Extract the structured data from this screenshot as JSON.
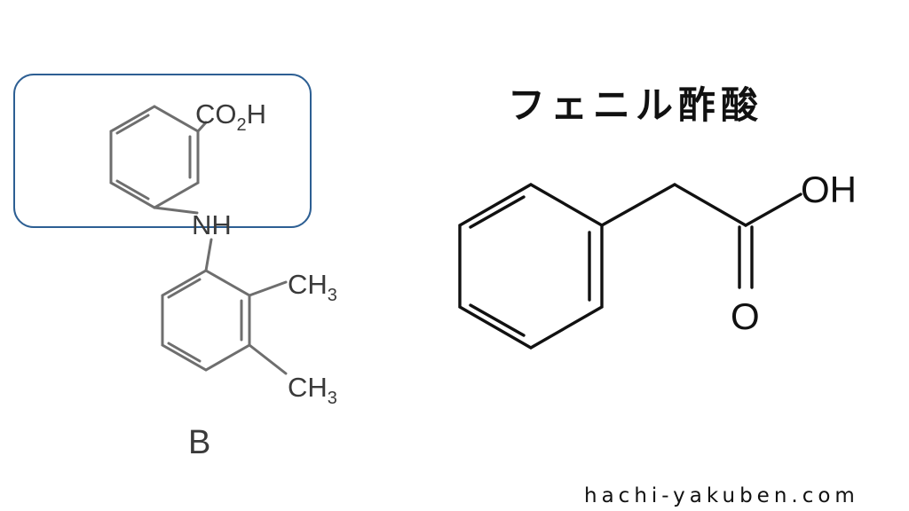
{
  "colors": {
    "highlight_box": "#2d5f93",
    "left_structure": "#6e6e6e",
    "right_structure": "#111111"
  },
  "molecule_b": {
    "label": "B",
    "groups": {
      "carboxyl": "CO",
      "carboxyl_sub": "2",
      "carboxyl_h": "H",
      "amine": "NH",
      "methyl_top": "CH",
      "methyl_top_sub": "3",
      "methyl_bottom": "CH",
      "methyl_bottom_sub": "3"
    }
  },
  "phenylacetic_acid": {
    "title": "フェニル酢酸",
    "hydroxyl": "OH",
    "carbonyl_o": "O"
  },
  "footer": {
    "site": "hachi-yakuben.com"
  }
}
